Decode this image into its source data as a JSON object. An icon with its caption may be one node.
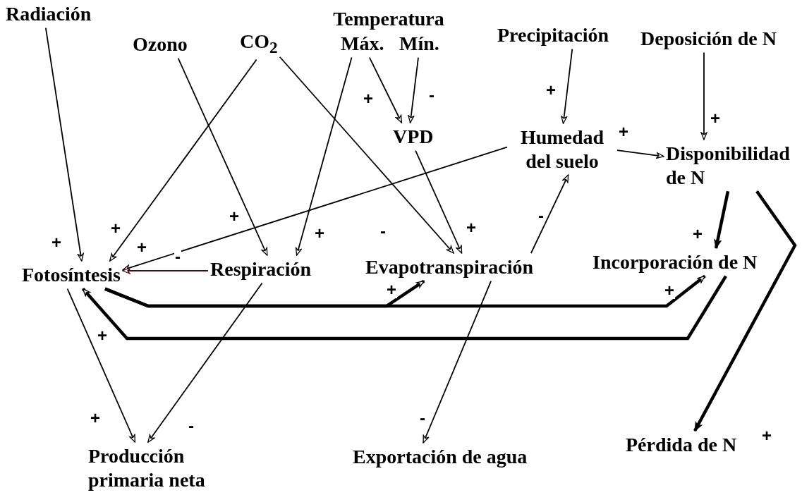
{
  "diagram": {
    "nodes": [
      {
        "text": [
          "Radiación"
        ]
      },
      {
        "text": [
          "Ozono"
        ]
      },
      {
        "text": [
          "CO$_{2}$"
        ]
      },
      {
        "text": [
          "Temperatura"
        ]
      },
      {
        "text": [
          "Máx."
        ],
        "in": 3
      },
      {
        "text": [
          "Mín."
        ],
        "in": 3
      },
      {
        "text": [
          "Precipitación"
        ]
      },
      {
        "text": [
          "Deposición de N"
        ]
      },
      {
        "text": [
          "VPD"
        ]
      },
      {
        "text": [
          "Humedad del suelo"
        ]
      },
      {
        "text": [
          "Disponibilidad de N"
        ]
      },
      {
        "text": [
          "Fotosíntesis"
        ]
      },
      {
        "text": [
          "Respiración"
        ]
      },
      {
        "text": [
          "Evapotranspiración"
        ]
      },
      {
        "text": [
          "Incorporación de N"
        ]
      },
      {
        "text": [
          "Producción primaria neta"
        ]
      },
      {
        "text": [
          "Exportación de agua"
        ]
      },
      {
        "text": [
          "Pérdida de N"
        ]
      }
    ],
    "edges": [
      {
        "from": 0,
        "to": 11,
        "arrow": "to",
        "label": "+"
      },
      {
        "from": 2,
        "to": 11,
        "arrow": "to",
        "label": "+"
      },
      {
        "from": 9,
        "to": 11,
        "arrow": "to",
        "label": "+"
      },
      {
        "from": 1,
        "to": 12,
        "arrow": "to",
        "label": "+"
      },
      {
        "from": 4,
        "to": 12,
        "arrow": "to",
        "label": "+"
      },
      {
        "from": 4,
        "to": 8,
        "arrow": "to",
        "label": "+"
      },
      {
        "from": 5,
        "to": 8,
        "arrow": "to",
        "label": "-"
      },
      {
        "from": 2,
        "to": 13,
        "arrow": "to",
        "label": "-"
      },
      {
        "from": 8,
        "to": 13,
        "arrow": "to",
        "label": "+"
      },
      {
        "from": 13,
        "to": 9,
        "arrow": "to",
        "label": "-"
      },
      {
        "from": 6,
        "to": 9,
        "arrow": "to",
        "label": "+"
      },
      {
        "from": 9,
        "to": 10,
        "arrow": "to",
        "label": "+"
      },
      {
        "from": 7,
        "to": 10,
        "arrow": "to",
        "label": "+"
      },
      {
        "from": 10,
        "to": 14,
        "arrow": "to",
        "label": "+",
        "style": "thick"
      },
      {
        "from": 10,
        "to": 17,
        "arrow": "to",
        "label": "+",
        "style": "thick"
      },
      {
        "from": 12,
        "to": 11,
        "arrow": "to",
        "label": "-",
        "color": "#4a0a0a"
      },
      {
        "from": 11,
        "to": 13,
        "arrow": "to",
        "label": "+",
        "style": "thick"
      },
      {
        "from": 11,
        "to": 14,
        "arrow": "to",
        "label": "+",
        "style": "thick"
      },
      {
        "from": 14,
        "to": 11,
        "arrow": "to",
        "label": "+",
        "style": "thick"
      },
      {
        "from": 11,
        "to": 15,
        "arrow": "to",
        "label": "+"
      },
      {
        "from": 12,
        "to": 15,
        "arrow": "to",
        "label": "-"
      },
      {
        "from": 13,
        "to": 16,
        "arrow": "to",
        "label": "-"
      }
    ]
  }
}
